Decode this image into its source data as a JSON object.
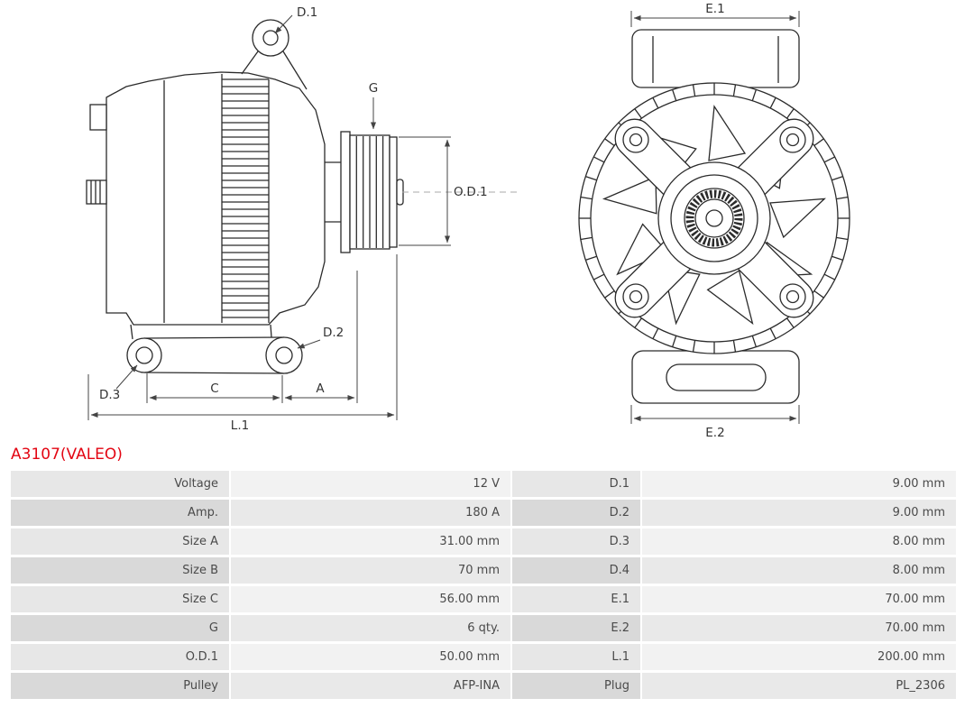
{
  "part": {
    "number": "A3107(VALEO)",
    "accent_color": "#e30613"
  },
  "diagram": {
    "side_view": {
      "d1": "D.1",
      "g": "G",
      "od1": "O.D.1",
      "d2": "D.2",
      "d3": "D.3",
      "c": "C",
      "a": "A",
      "l1": "L.1"
    },
    "front_view": {
      "e1": "E.1",
      "e2": "E.2"
    }
  },
  "specs": {
    "rows": [
      {
        "label1": "Voltage",
        "value1": "12 V",
        "label2": "D.1",
        "value2": "9.00 mm"
      },
      {
        "label1": "Amp.",
        "value1": "180 A",
        "label2": "D.2",
        "value2": "9.00 mm"
      },
      {
        "label1": "Size A",
        "value1": "31.00 mm",
        "label2": "D.3",
        "value2": "8.00 mm"
      },
      {
        "label1": "Size B",
        "value1": "70 mm",
        "label2": "D.4",
        "value2": "8.00 mm"
      },
      {
        "label1": "Size C",
        "value1": "56.00 mm",
        "label2": "E.1",
        "value2": "70.00 mm"
      },
      {
        "label1": "G",
        "value1": "6 qty.",
        "label2": "E.2",
        "value2": "70.00 mm"
      },
      {
        "label1": "O.D.1",
        "value1": "50.00 mm",
        "label2": "L.1",
        "value2": "200.00 mm"
      },
      {
        "label1": "Pulley",
        "value1": "AFP-INA",
        "label2": "Plug",
        "value2": "PL_2306"
      }
    ]
  }
}
